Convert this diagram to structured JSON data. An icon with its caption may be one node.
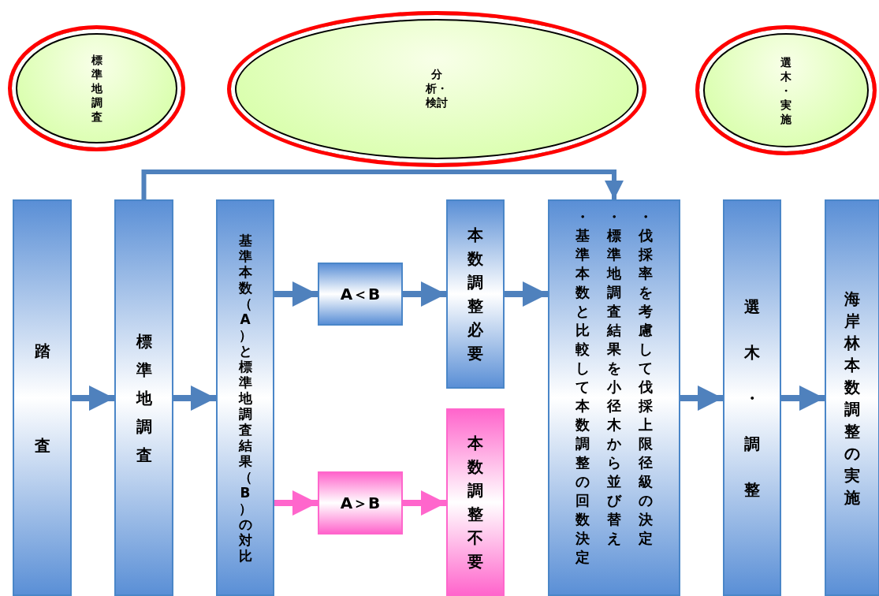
{
  "diagram": {
    "nodes": [
      {
        "text": [
          "標準地調査"
        ]
      },
      {
        "text": [
          "分析・検討"
        ]
      },
      {
        "text": [
          "選木・実施"
        ]
      },
      {
        "text": [
          "踏査"
        ]
      },
      {
        "text": [
          "標準地調査"
        ]
      },
      {
        "text": [
          "基準本数（A）と標準地調査結果（B）の対比"
        ]
      },
      {
        "text": [
          "A＜B"
        ]
      },
      {
        "text": [
          "本数調整必要"
        ]
      },
      {
        "text": [
          "A＞B"
        ]
      },
      {
        "text": [
          "本数調整不要"
        ]
      },
      {
        "text": [
          "・基準本数と比較して本数調整の回数決定",
          "・標準地調査結果を小径木から並び替え",
          "・伐採率を考慮して伐採上限径級の決定"
        ]
      },
      {
        "text": [
          "選木・調整"
        ]
      },
      {
        "text": [
          "海岸林本数調整の実施"
        ]
      }
    ],
    "edges": [
      {
        "from": 3,
        "to": 4,
        "arrow": "to"
      },
      {
        "from": 4,
        "to": 5,
        "arrow": "to"
      },
      {
        "from": 5,
        "to": 6,
        "arrow": "to"
      },
      {
        "from": 5,
        "to": 8,
        "arrow": "to",
        "color": "#ff66cc"
      },
      {
        "from": 6,
        "to": 7,
        "arrow": "to"
      },
      {
        "from": 8,
        "to": 9,
        "arrow": "to",
        "color": "#ff66cc"
      },
      {
        "from": 7,
        "to": 10,
        "arrow": "to"
      },
      {
        "from": 4,
        "to": 10,
        "arrow": "to"
      },
      {
        "from": 10,
        "to": 11,
        "arrow": "to"
      },
      {
        "from": 11,
        "to": 12,
        "arrow": "to"
      }
    ]
  }
}
